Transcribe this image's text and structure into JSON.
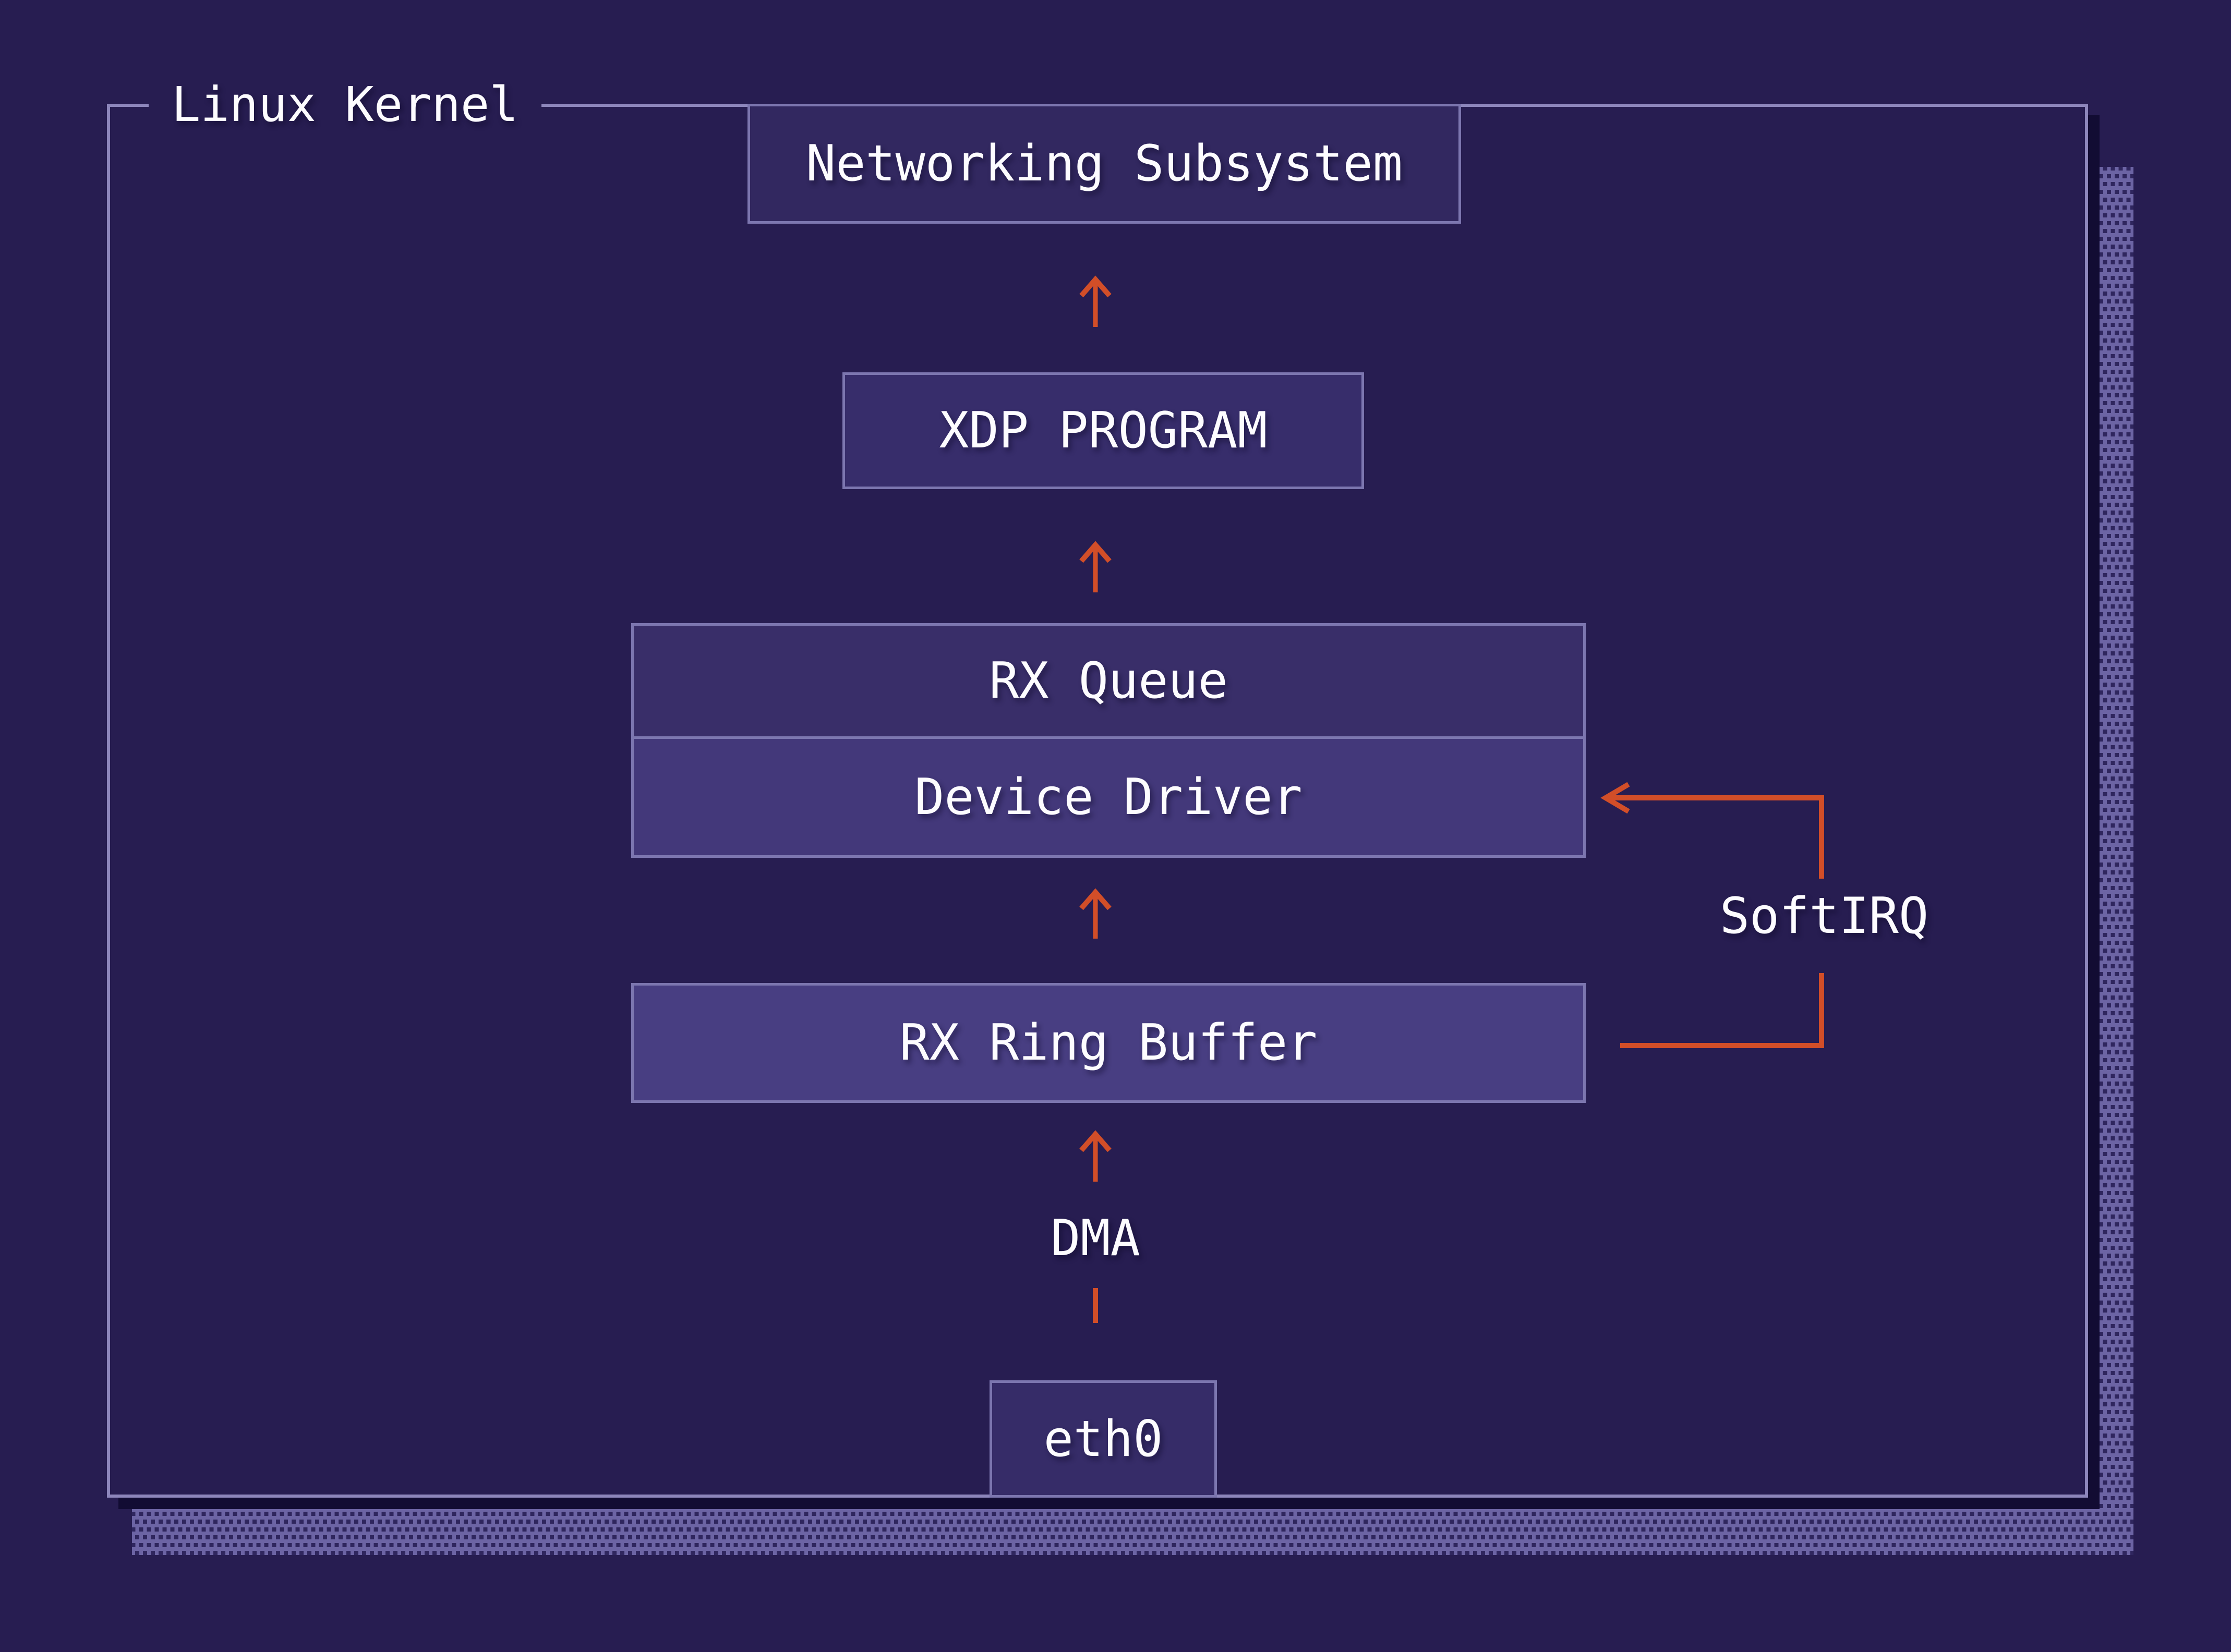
{
  "title": "Linux Kernel",
  "nodes": {
    "networking": "Networking Subsystem",
    "xdp": "XDP PROGRAM",
    "rx_queue": "RX Queue",
    "device_driver": "Device Driver",
    "rx_ring_buffer": "RX Ring Buffer",
    "eth0": "eth0"
  },
  "annotations": {
    "dma": "DMA",
    "softirq": "SoftIRQ"
  },
  "colors": {
    "background": "#271d51",
    "kernel_border": "#8d86bb",
    "node_border": "#7c76af",
    "node_fill_networking": "#322860",
    "node_fill_xdp": "#372d6b",
    "node_fill_rx_queue": "#392e69",
    "node_fill_device_driver": "#43387a",
    "node_fill_rx_ring_buffer": "#483e82",
    "node_fill_eth0": "#362c68",
    "arrow_accent": "#d24e28",
    "text": "#fdfcff",
    "drop_shadow": "#120c33",
    "halftone_light": "#6c64a4",
    "halftone_dark": "#2f265e"
  }
}
